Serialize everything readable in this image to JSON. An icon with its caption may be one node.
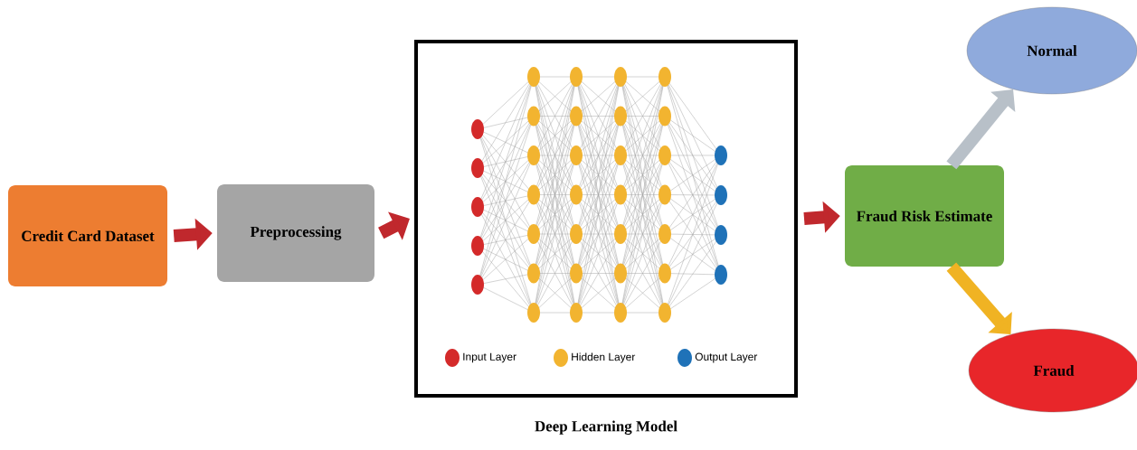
{
  "diagram": {
    "nodes": [
      {
        "text": [
          "Credit Card Dataset"
        ]
      },
      {
        "text": [
          "Preprocessing"
        ]
      },
      {
        "text": [
          "Deep Learning Model"
        ]
      },
      {
        "text": [
          "Fraud Risk Estimate"
        ]
      },
      {
        "text": [
          "Normal"
        ]
      },
      {
        "text": [
          "Fraud"
        ]
      }
    ],
    "edges": [
      {
        "from": 0,
        "to": 1,
        "arrow": "to"
      },
      {
        "from": 1,
        "to": 2,
        "arrow": "to"
      },
      {
        "from": 2,
        "to": 3,
        "arrow": "to"
      },
      {
        "from": 3,
        "to": 4,
        "arrow": "to",
        "color": "#b8c0c8"
      },
      {
        "from": 3,
        "to": 5,
        "arrow": "to",
        "color": "#f0b323"
      }
    ],
    "legend": [
      {
        "text": "Input Layer",
        "color": "#d42a2a"
      },
      {
        "text": "Hidden Layer",
        "color": "#f2b430"
      },
      {
        "text": "Output Layer",
        "color": "#1f72b8"
      }
    ]
  }
}
